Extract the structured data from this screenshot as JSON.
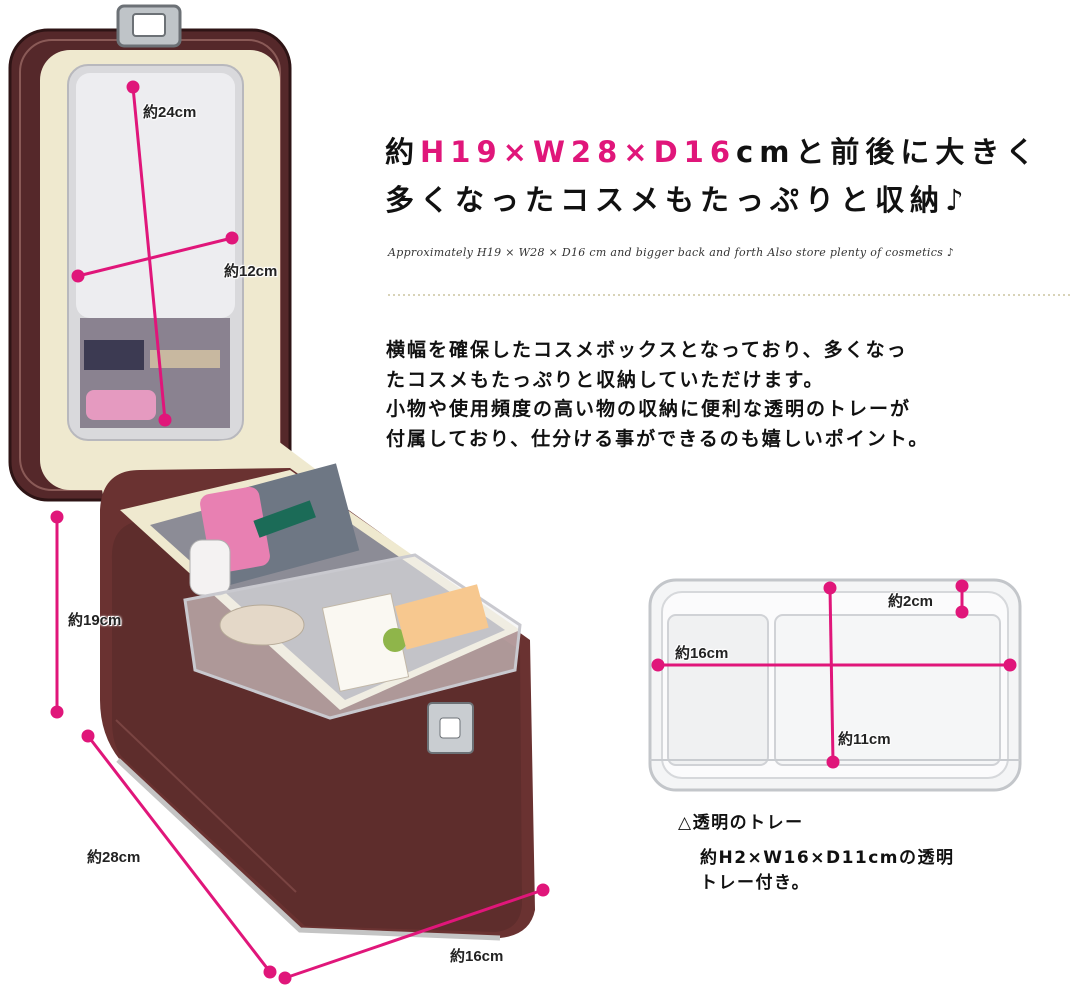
{
  "headline": {
    "line1_prefix": "約",
    "line1_dims": "H19×W28×D16",
    "line1_suffix": "cmと前後に大きく",
    "line2": "多くなったコスメもたっぷりと収納♪"
  },
  "english_note": "Approximately H19 × W28 × D16 cm and bigger back and forth  Also store plenty of cosmetics ♪",
  "description": [
    "横幅を確保したコスメボックスとなっており、多くなっ",
    "たコスメもたっぷりと収納していただけます。",
    "小物や使用頻度の高い物の収納に便利な透明のトレーが",
    "付属しており、仕分ける事ができるのも嬉しいポイント。"
  ],
  "tray_caption": {
    "title": "△透明のトレー",
    "line1": "約H2×W16×D11cmの透明",
    "line2": "トレー付き。"
  },
  "case_dimensions": {
    "mirror_height": "約24cm",
    "mirror_width": "約12cm",
    "height": "約19cm",
    "width": "約28cm",
    "depth": "約16cm"
  },
  "tray_dimensions": {
    "height": "約2cm",
    "width": "約16cm",
    "depth": "約11cm"
  },
  "colors": {
    "accent_pink": "#e0167a",
    "case_brown": "#5e2d2c",
    "lining_cream": "#efe9cf"
  }
}
